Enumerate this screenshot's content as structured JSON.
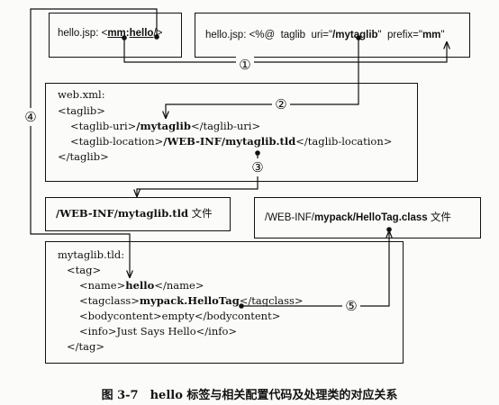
{
  "box1": {
    "prefix": "hello.jsp: <",
    "tag_prefix": "mm",
    "colon": ":",
    "tag_name": "hello",
    "suffix": "/>"
  },
  "box2": {
    "part1": "hello.jsp: <%@  taglib  uri=\"",
    "uri": "/mytaglib",
    "part2": "\"  prefix=\"",
    "prefix": "mm",
    "part3": "\""
  },
  "box3": {
    "title": "web.xml:",
    "line1": "<taglib>",
    "uri_open": "<taglib-uri>",
    "uri_value": "/mytaglib",
    "uri_close": "</taglib-uri>",
    "loc_open": "<taglib-location>",
    "loc_value": "/WEB-INF/mytaglib.tld",
    "loc_close": "</taglib-location>",
    "line_end": "</taglib>"
  },
  "box4": {
    "path": "/WEB-INF/mytaglib.tld",
    "suffix": " 文件"
  },
  "box5": {
    "path_a": "/WEB-INF/",
    "path_b": "mypack/HelloTag.class",
    "suffix": " 文件"
  },
  "box6": {
    "title": "mytaglib.tld:",
    "tag_open": "<tag>",
    "name_open": "<name>",
    "name_value": "hello",
    "name_close": "</name>",
    "class_open": "<tagclass>",
    "class_value": "mypack.HelloTag",
    "class_close": "</tagclass>",
    "body": "<bodycontent>empty</bodycontent>",
    "info": "<info>Just Says Hello</info>",
    "tag_close": "</tag>"
  },
  "markers": [
    "①",
    "②",
    "③",
    "④",
    "⑤"
  ],
  "caption": "图 3-7　hello 标签与相关配置代码及处理类的对应关系"
}
